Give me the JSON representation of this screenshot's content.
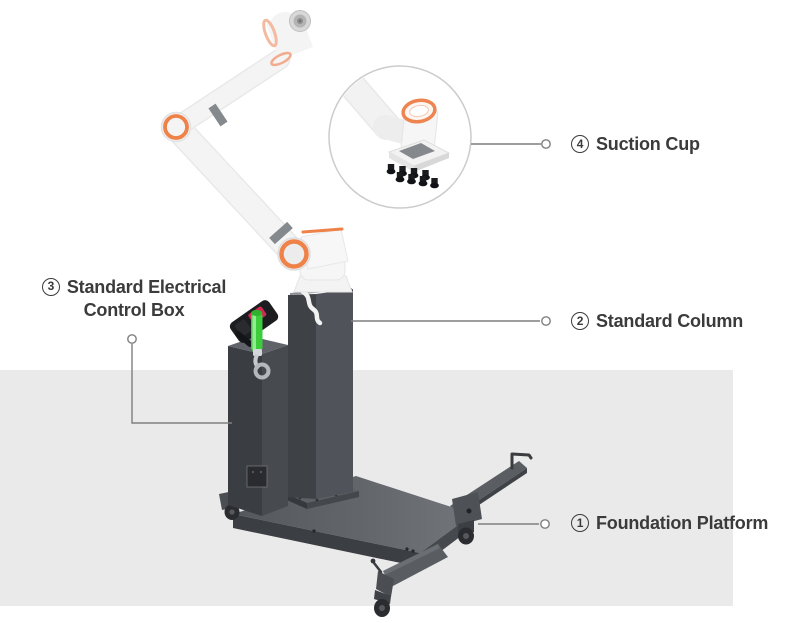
{
  "diagram": {
    "type": "product-parts-callout",
    "subject": "Collaborative robot arm mounted on a standard column with electrical control box and foundation platform",
    "inset_shows": "Suction cup end effector close-up"
  },
  "callouts": {
    "suction_cup": {
      "num": "4",
      "label": "Suction Cup"
    },
    "standard_column": {
      "num": "2",
      "label": "Standard Column"
    },
    "control_box": {
      "num": "3",
      "label_line1": "Standard Electrical",
      "label_line2": "Control Box"
    },
    "foundation_platform": {
      "num": "1",
      "label": "Foundation Platform"
    }
  },
  "colors": {
    "floor_band": "#eaeaea",
    "frame_dark": "#3e4146",
    "frame_mid": "#4b4e53",
    "frame_light": "#60646a",
    "robot_white": "#f4f4f4",
    "joint_orange": "#ee8248",
    "joint_band_gray": "#84898e",
    "handle_green": "#3ccc3c",
    "pendant_screen_red": "#d12a52",
    "leader_line": "#7f7f7f",
    "label_text": "#3b3b3b"
  }
}
